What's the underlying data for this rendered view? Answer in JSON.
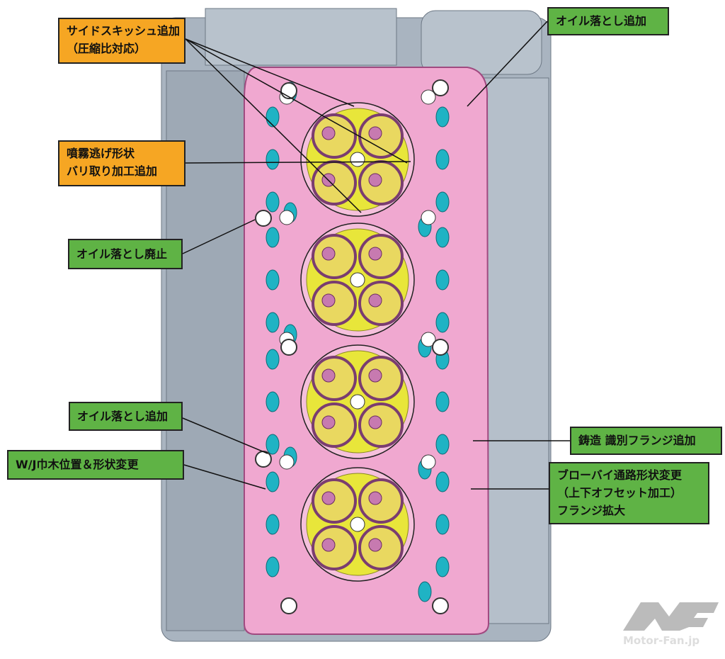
{
  "labels": {
    "side_squish": {
      "line1": "サイドスキッシュ追加",
      "line2": "（圧縮比対応）"
    },
    "spray_escape": {
      "line1": "噴霧逃げ形状",
      "line2": "バリ取り加工追加"
    },
    "oil_drain_removed": "オイル落とし廃止",
    "oil_drain_added_top": "オイル落とし追加",
    "oil_drain_added_left": "オイル落とし追加",
    "wj_skirting": "W/J巾木位置＆形状変更",
    "casting_flange": "鋳造 識別フランジ追加",
    "blowby": {
      "line1": "ブローバイ通路形状変更",
      "line2": "（上下オフセット加工）",
      "line3": "フランジ拡大"
    }
  },
  "watermark": "Motor-Fan.jp",
  "colors": {
    "gasket": "#f0a8d0",
    "block": "#a9b4c0",
    "chamber": "#e8e63a",
    "water_jacket": "#1fb3c4",
    "orange_label": "#f6a623",
    "green_label": "#5fb345"
  }
}
